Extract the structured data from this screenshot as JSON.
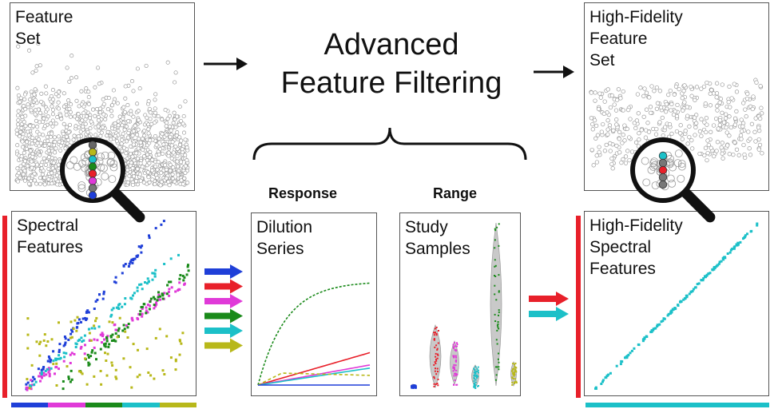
{
  "title": "Advanced\nFeature Filtering",
  "panels": {
    "feature_set": "Feature\nSet",
    "hf_feature_set": "High-Fidelity\nFeature\nSet",
    "spectral": "Spectral\nFeatures",
    "dilution": "Dilution\nSeries",
    "study": "Study\nSamples",
    "hf_spectral": "High-Fidelity\nSpectral\nFeatures"
  },
  "headers": {
    "response": "Response",
    "range": "Range"
  },
  "colors": {
    "blue": "#1f3fd8",
    "red": "#e8202a",
    "magenta": "#e03ad8",
    "green": "#1a8a1a",
    "cyan": "#1cc0c8",
    "olive": "#b8b81a",
    "gray": "#888888"
  },
  "arrow_colors": [
    "blue",
    "red",
    "magenta",
    "green",
    "cyan",
    "olive"
  ],
  "filtered_arrow_colors": [
    "red",
    "cyan"
  ]
}
